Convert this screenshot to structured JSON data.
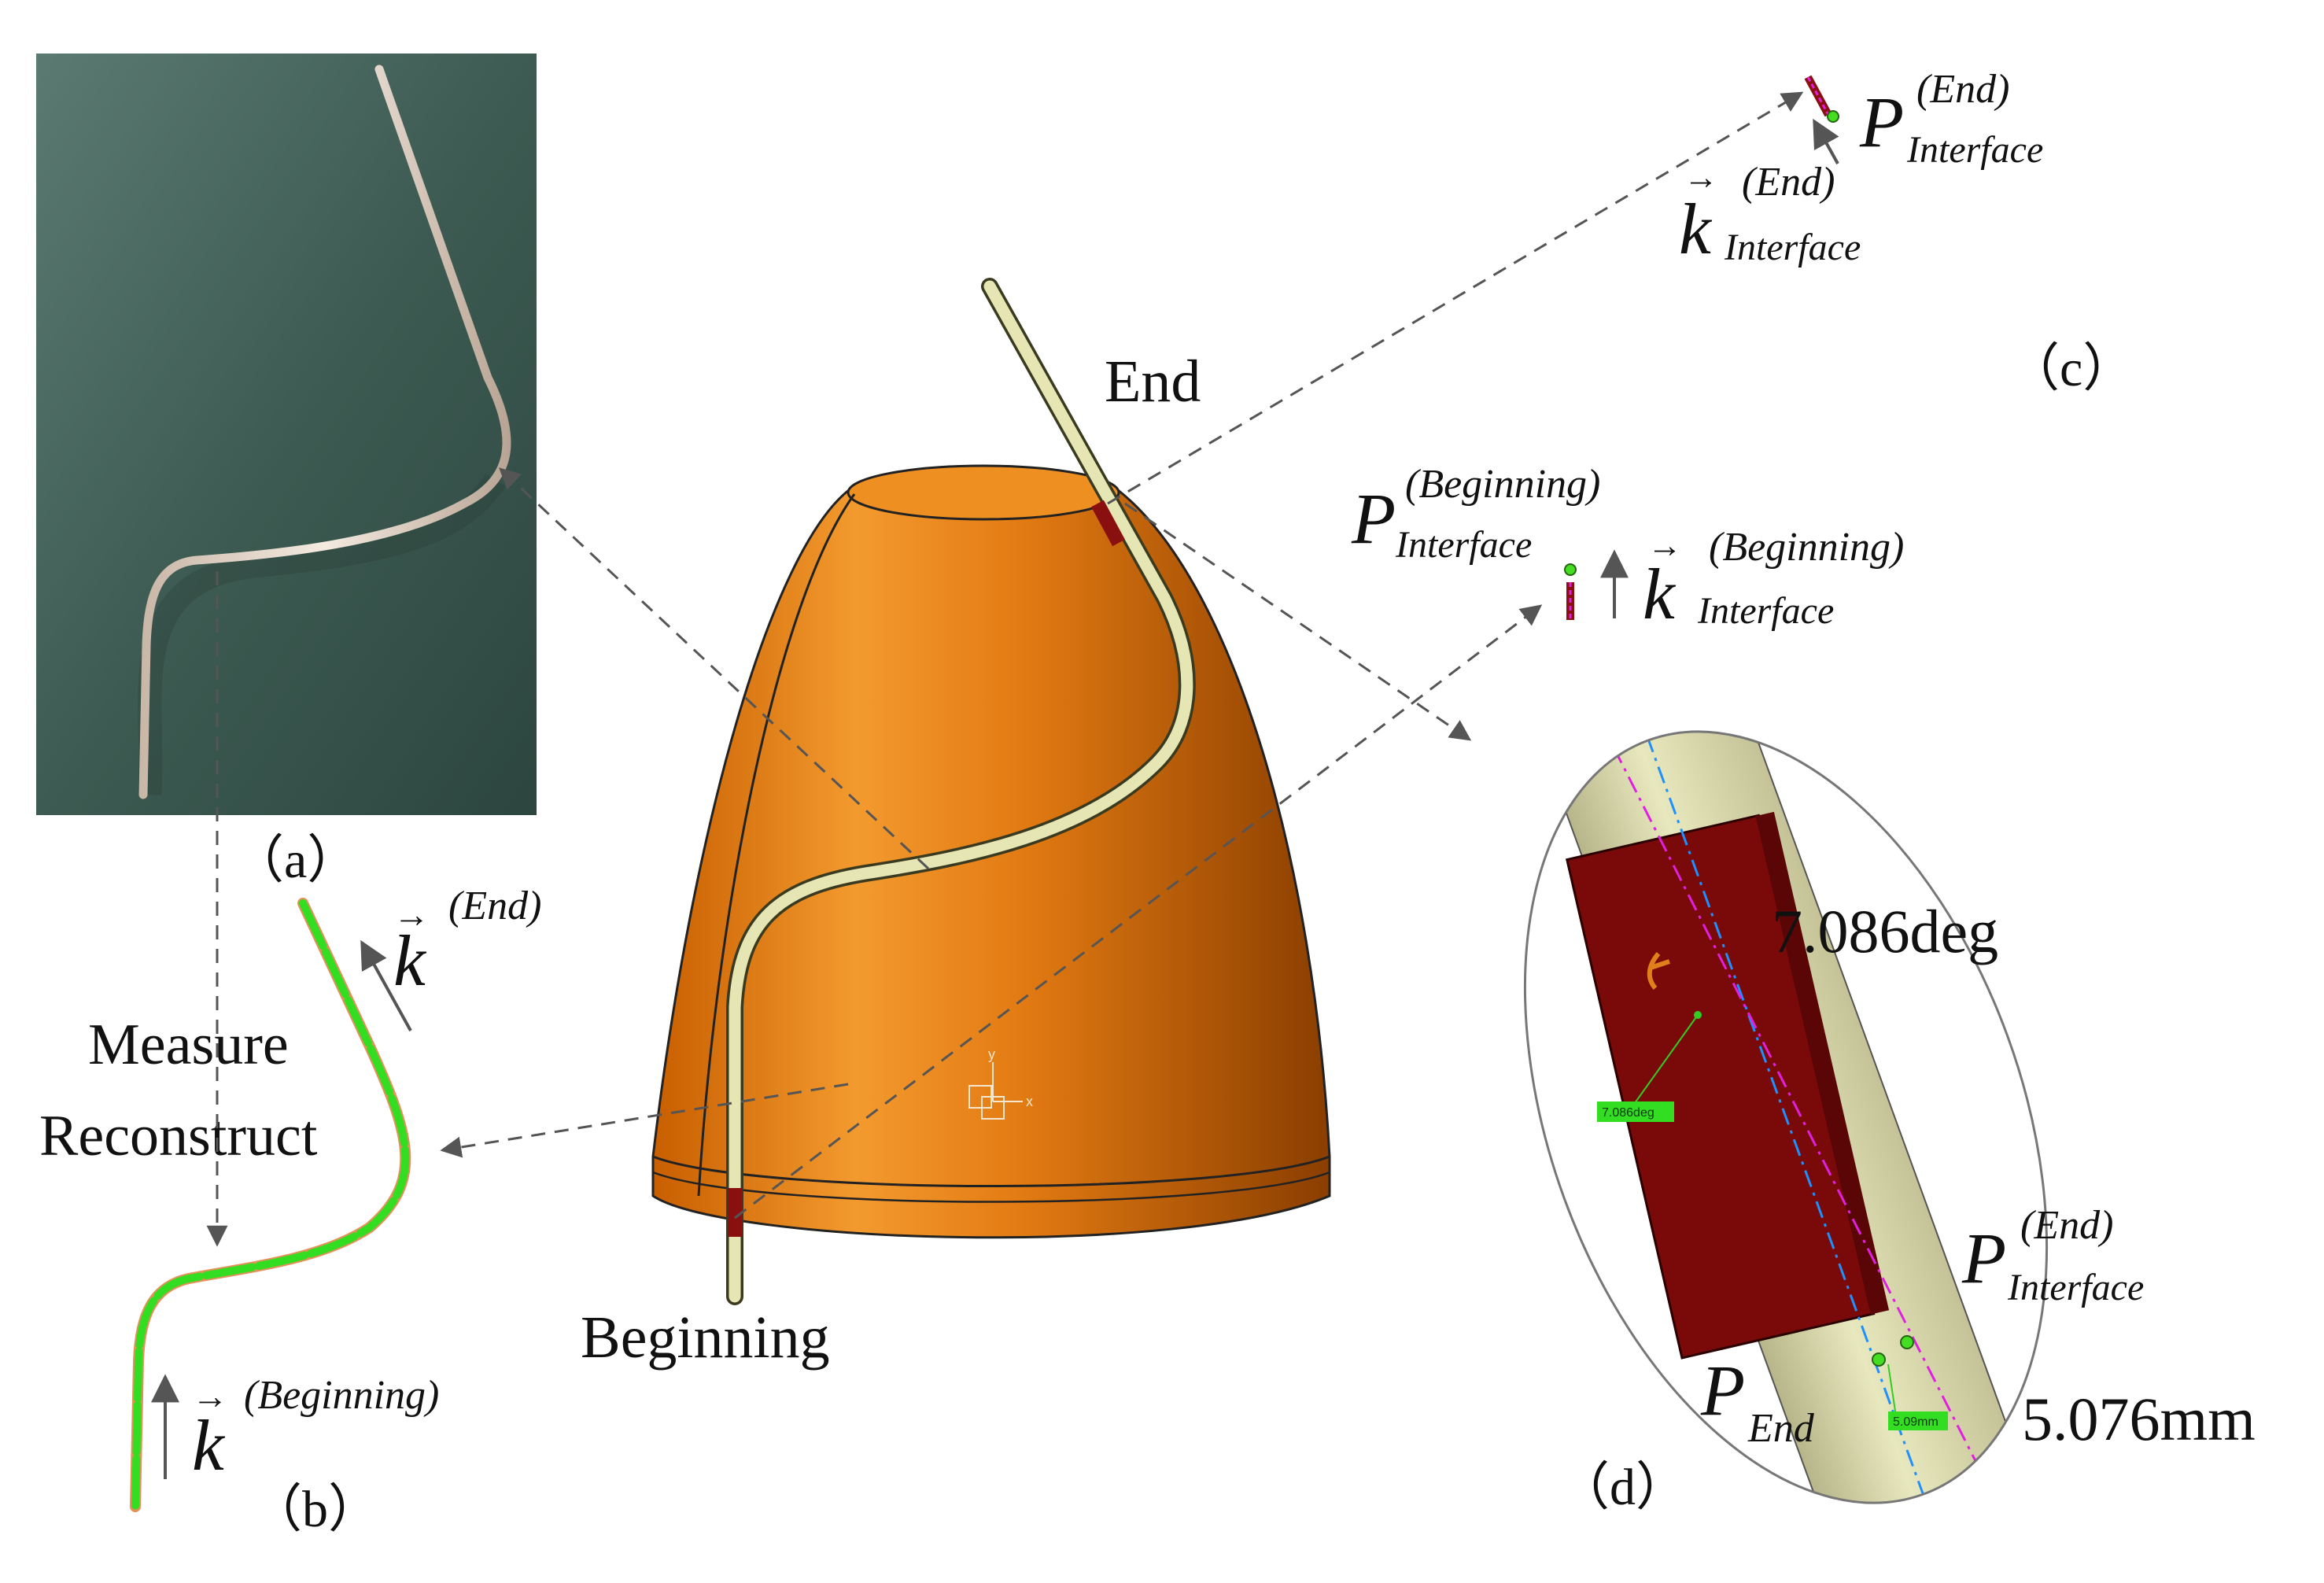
{
  "labels": {
    "end": "End",
    "beginning": "Beginning",
    "measure": "Measure",
    "reconstruct": "Reconstruct",
    "panel_a": "（a）",
    "panel_b": "（b）",
    "panel_c": "（c）",
    "panel_d": "（d）",
    "angle": "7.086deg",
    "distance": "5.076mm",
    "angle_tag": "7.086deg",
    "distance_tag": "5.09mm",
    "axis_x": "x",
    "axis_y": "y"
  },
  "math": {
    "p_symbol": "P",
    "k_symbol": "k",
    "vec_arrow": "→",
    "sup_end": "(End)",
    "sup_beginning": "(Beginning)",
    "sub_interface": "Interface",
    "sub_end": "End"
  },
  "colors": {
    "cone_orange": "#E07A10",
    "tube_cream": "#E6E6B4",
    "interface_red": "#7A0A0A",
    "trace_green": "#33DD22",
    "photo_bg": "#3C5A50",
    "axis_blue": "#1E90FF",
    "axis_magenta": "#E020E0"
  }
}
